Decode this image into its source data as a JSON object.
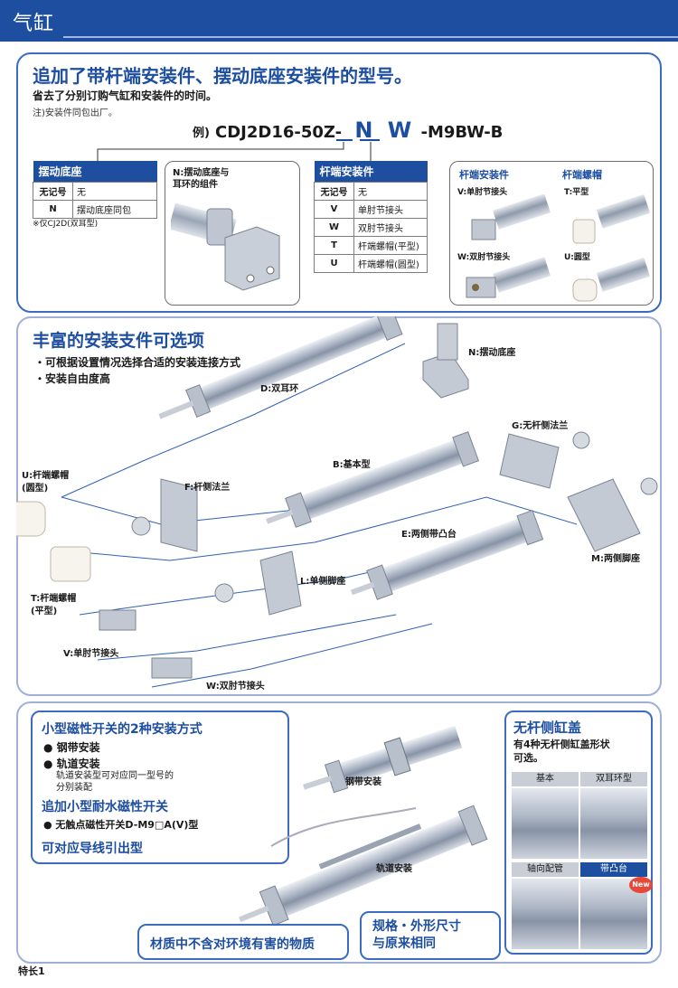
{
  "header": {
    "title": "气缸"
  },
  "section1": {
    "title": "追加了带杆端安装件、摆动底座安装件的型号。",
    "subtitle": "省去了分别订购气缸和安装件的时间。",
    "note": "注)安装件同包出厂。",
    "model": {
      "prefix": "例)",
      "base": "CDJ2D16-50Z-",
      "n": "N",
      "w": "W",
      "suffix": "-M9BW-B"
    },
    "pivot_table": {
      "header": "摆动底座",
      "rows": [
        {
          "code": "无记号",
          "desc": "无"
        },
        {
          "code": "N",
          "desc": "摆动底座同包"
        }
      ],
      "footnote": "※仅CJ2D(双耳型)"
    },
    "pivot_card_label": "N:摆动底座与\n耳环的组件",
    "rod_table": {
      "header": "杆端安装件",
      "rows": [
        {
          "code": "无记号",
          "desc": "无"
        },
        {
          "code": "V",
          "desc": "单肘节接头"
        },
        {
          "code": "W",
          "desc": "双肘节接头"
        },
        {
          "code": "T",
          "desc": "杆端螺帽(平型)"
        },
        {
          "code": "U",
          "desc": "杆端螺帽(圆型)"
        }
      ]
    },
    "rod_card": {
      "col1_title": "杆端安装件",
      "col2_title": "杆端螺帽",
      "v_label": "V:单肘节接头",
      "w_label": "W:双肘节接头",
      "t_label": "T:平型",
      "u_label": "U:圆型"
    }
  },
  "section2": {
    "title": "丰富的安装支件可选项",
    "bullets": [
      "・可根据设置情况选择合适的安装连接方式",
      "・安装自由度高"
    ],
    "labels": {
      "n": "N:摆动底座",
      "d": "D:双耳环",
      "g": "G:无杆侧法兰",
      "b": "B:基本型",
      "u": "U:杆端螺帽\n(圆型)",
      "f": "F:杆侧法兰",
      "e": "E:两侧带凸台",
      "m": "M:两侧脚座",
      "l": "L:单侧脚座",
      "t": "T:杆端螺帽\n(平型)",
      "v": "V:单肘节接头",
      "w": "W:双肘节接头"
    }
  },
  "section3": {
    "left": {
      "title1": "小型磁性开关的2种安装方式",
      "bullet1": "● 钢带安装",
      "bullet2": "● 轨道安装",
      "bullet2_desc": "轨道安装型可对应同一型号的\n分别装配",
      "title2": "追加小型耐水磁性开关",
      "bullet3": "● 无触点磁性开关D-M9□A(V)型",
      "title3": "可对应导线引出型"
    },
    "band_label": "钢带安装",
    "rail_label": "轨道安装",
    "right": {
      "title": "无杆侧缸盖",
      "desc": "有4种无杆侧缸盖形状\n可选。",
      "cells": [
        "基本",
        "双耳环型",
        "轴向配管",
        "带凸台"
      ],
      "new_badge": "New"
    },
    "callout_env": "材质中不含对环境有害的物质",
    "callout_spec": "规格・外形尺寸\n与原来相同"
  },
  "footer": {
    "page": "特长1"
  },
  "colors": {
    "brand": "#1d4ea0",
    "panel_border": "#3b6cc0",
    "light_border": "#9fb0d6"
  }
}
